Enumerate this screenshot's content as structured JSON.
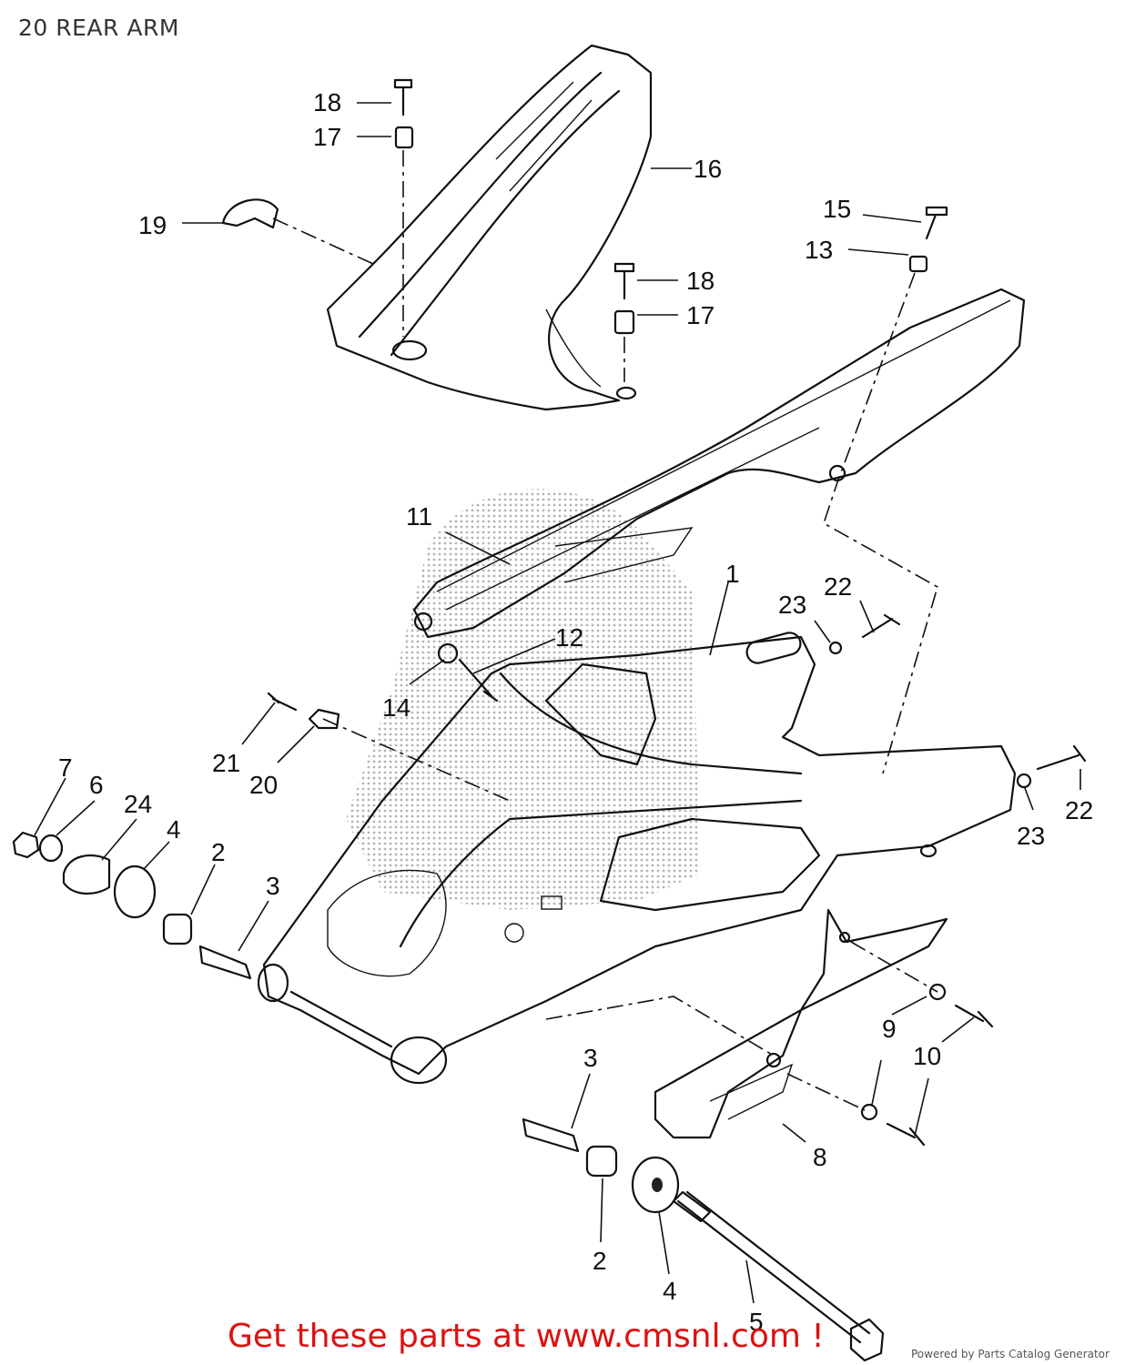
{
  "page": {
    "title": "20 REAR ARM",
    "cta_link": "Get these parts at www.cmsnl.com !",
    "powered_by": "Powered by Parts Catalog Generator"
  },
  "callouts": [
    {
      "id": "c1",
      "label": "1"
    },
    {
      "id": "c2a",
      "label": "2"
    },
    {
      "id": "c2b",
      "label": "2"
    },
    {
      "id": "c3a",
      "label": "3"
    },
    {
      "id": "c3b",
      "label": "3"
    },
    {
      "id": "c4a",
      "label": "4"
    },
    {
      "id": "c4b",
      "label": "4"
    },
    {
      "id": "c5",
      "label": "5"
    },
    {
      "id": "c6",
      "label": "6"
    },
    {
      "id": "c7",
      "label": "7"
    },
    {
      "id": "c8",
      "label": "8"
    },
    {
      "id": "c9",
      "label": "9"
    },
    {
      "id": "c10",
      "label": "10"
    },
    {
      "id": "c11",
      "label": "11"
    },
    {
      "id": "c12",
      "label": "12"
    },
    {
      "id": "c13",
      "label": "13"
    },
    {
      "id": "c14",
      "label": "14"
    },
    {
      "id": "c15",
      "label": "15"
    },
    {
      "id": "c16",
      "label": "16"
    },
    {
      "id": "c17a",
      "label": "17"
    },
    {
      "id": "c17b",
      "label": "17"
    },
    {
      "id": "c18a",
      "label": "18"
    },
    {
      "id": "c18b",
      "label": "18"
    },
    {
      "id": "c19",
      "label": "19"
    },
    {
      "id": "c20",
      "label": "20"
    },
    {
      "id": "c21",
      "label": "21"
    },
    {
      "id": "c22a",
      "label": "22"
    },
    {
      "id": "c22b",
      "label": "22"
    },
    {
      "id": "c23a",
      "label": "23"
    },
    {
      "id": "c23b",
      "label": "23"
    },
    {
      "id": "c24",
      "label": "24"
    }
  ]
}
